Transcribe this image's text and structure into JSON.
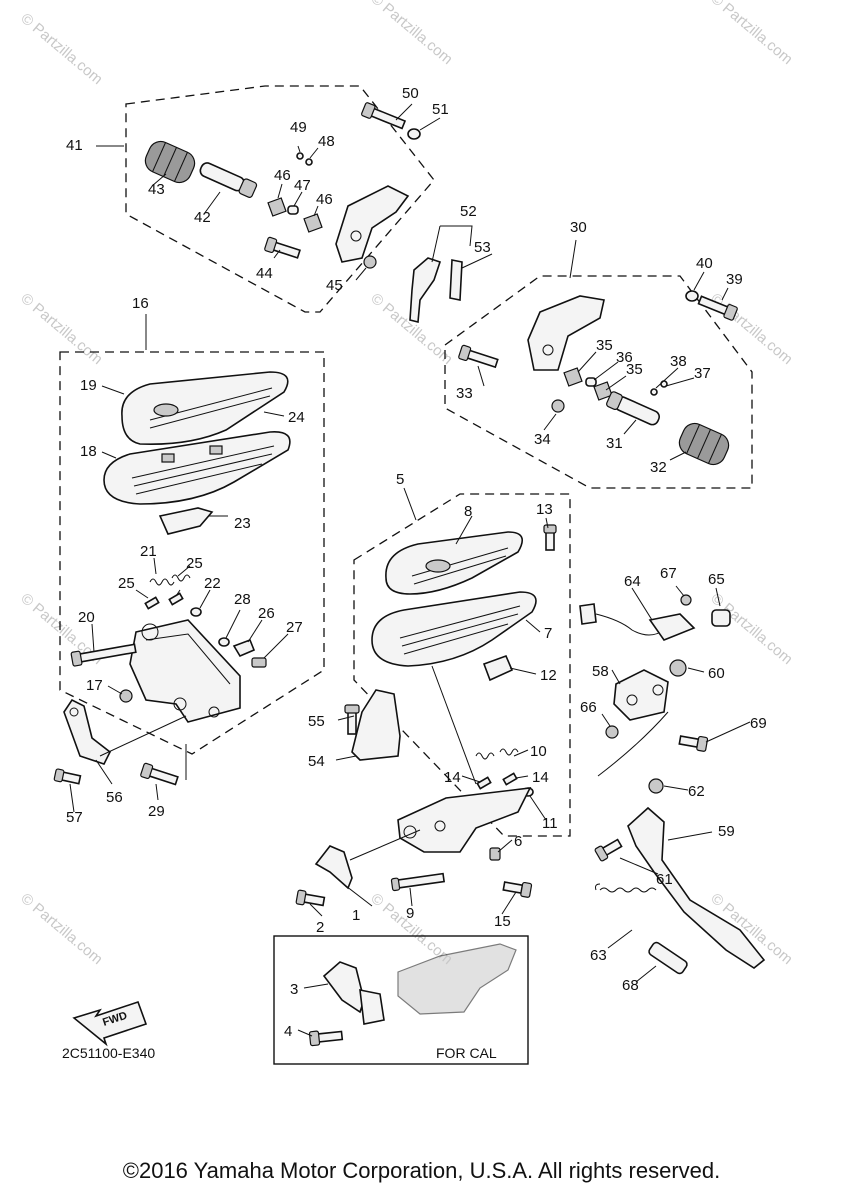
{
  "diagram_code": "2C51100-E340",
  "fwd_label": "FWD",
  "for_cal_label": "FOR CAL",
  "watermark": "© Partzilla.com",
  "copyright": "©2016 Yamaha Motor Corporation, U.S.A. All rights reserved.",
  "callouts": {
    "c1": "1",
    "c2": "2",
    "c3": "3",
    "c4": "4",
    "c5": "5",
    "c6": "6",
    "c7": "7",
    "c8": "8",
    "c9": "9",
    "c10": "10",
    "c11": "11",
    "c12": "12",
    "c13": "13",
    "c14a": "14",
    "c14b": "14",
    "c15": "15",
    "c16": "16",
    "c17": "17",
    "c18": "18",
    "c19": "19",
    "c20": "20",
    "c21": "21",
    "c22": "22",
    "c23": "23",
    "c24": "24",
    "c25a": "25",
    "c25b": "25",
    "c26": "26",
    "c27": "27",
    "c28": "28",
    "c29": "29",
    "c30": "30",
    "c31": "31",
    "c32": "32",
    "c33": "33",
    "c34": "34",
    "c35a": "35",
    "c35b": "35",
    "c36": "36",
    "c37": "37",
    "c38": "38",
    "c39": "39",
    "c40": "40",
    "c41": "41",
    "c42": "42",
    "c43": "43",
    "c44": "44",
    "c45": "45",
    "c46a": "46",
    "c46b": "46",
    "c47": "47",
    "c48": "48",
    "c49": "49",
    "c50": "50",
    "c51": "51",
    "c52": "52",
    "c53": "53",
    "c54": "54",
    "c55": "55",
    "c56": "56",
    "c57": "57",
    "c58": "58",
    "c59": "59",
    "c60": "60",
    "c61": "61",
    "c62": "62",
    "c63": "63",
    "c64": "64",
    "c65": "65",
    "c66": "66",
    "c67": "67",
    "c68": "68",
    "c69": "69"
  }
}
